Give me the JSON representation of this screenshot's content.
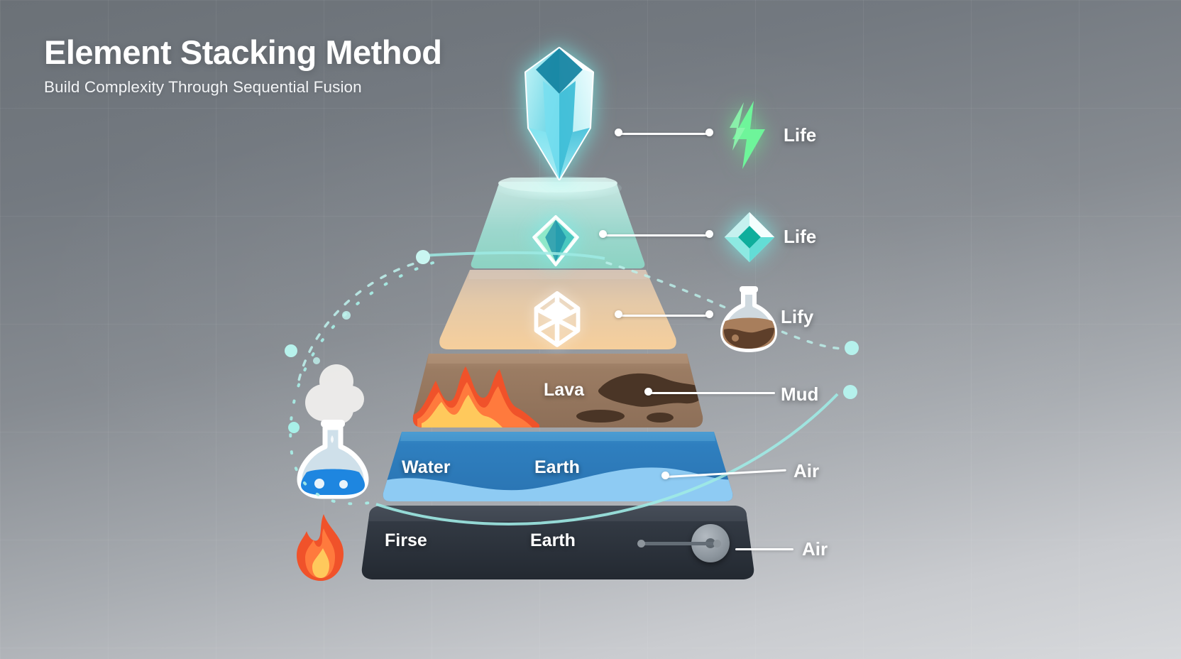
{
  "header": {
    "title": "Element Stacking Method",
    "subtitle": "Build Complexity Through Sequential Fusion"
  },
  "colors": {
    "background_top": "#6b7177",
    "background_bottom": "#d7d9dc",
    "tier_base": "#272d36",
    "tier_water": "#2f7fbf",
    "tier_water_light": "#8ecbf3",
    "tier_lava": "#9c7a61",
    "tier_sand": "#e9c69c",
    "tier_crystal": "#a8e6d8",
    "accent_green": "#6ef59a",
    "accent_cyan": "#6fe8e0",
    "fire_red": "#f04e23",
    "fire_orange": "#ff7a3d",
    "fire_yellow": "#ffc95c",
    "mud_brown": "#4a3526",
    "flask_blue": "#1e86e0",
    "connector": "#ffffff"
  },
  "pyramid": {
    "tiers": [
      {
        "id": "tier5",
        "name": "crystal-apex",
        "icon": "gem-icon",
        "labels": []
      },
      {
        "id": "tier4",
        "name": "sand-tier",
        "icon": "star-crystal-icon",
        "labels": []
      },
      {
        "id": "tier3",
        "name": "lava-tier",
        "icon": "",
        "labels": [
          "Lava"
        ]
      },
      {
        "id": "tier2",
        "name": "water-tier",
        "icon": "",
        "labels": [
          "Water",
          "Earth"
        ]
      },
      {
        "id": "tier1",
        "name": "base-tier",
        "icon": "",
        "labels": [
          "Firse",
          "Earth"
        ]
      }
    ],
    "labels": {
      "lava": "Lava",
      "water": "Water",
      "earth_mid": "Earth",
      "fire_base": "Firse",
      "earth_base": "Earth"
    }
  },
  "legend": {
    "items": [
      {
        "label": "Life",
        "icon": "lightning-bolt-icon",
        "color": "#6ef59a"
      },
      {
        "label": "Life",
        "icon": "diamond-gem-icon",
        "color": "#6fe8e0"
      },
      {
        "label": "Lify",
        "icon": "mud-flask-icon",
        "color": "#8a6244"
      },
      {
        "label": "Mud",
        "icon": "",
        "color": "#ffffff"
      },
      {
        "label": "Air",
        "icon": "",
        "color": "#ffffff"
      },
      {
        "label": "Air",
        "icon": "",
        "color": "#ffffff"
      }
    ]
  },
  "side_icons": [
    {
      "name": "steam-flask-icon",
      "description": "flask with blue liquid and steam"
    },
    {
      "name": "flame-icon",
      "description": "orange fire flame"
    }
  ]
}
